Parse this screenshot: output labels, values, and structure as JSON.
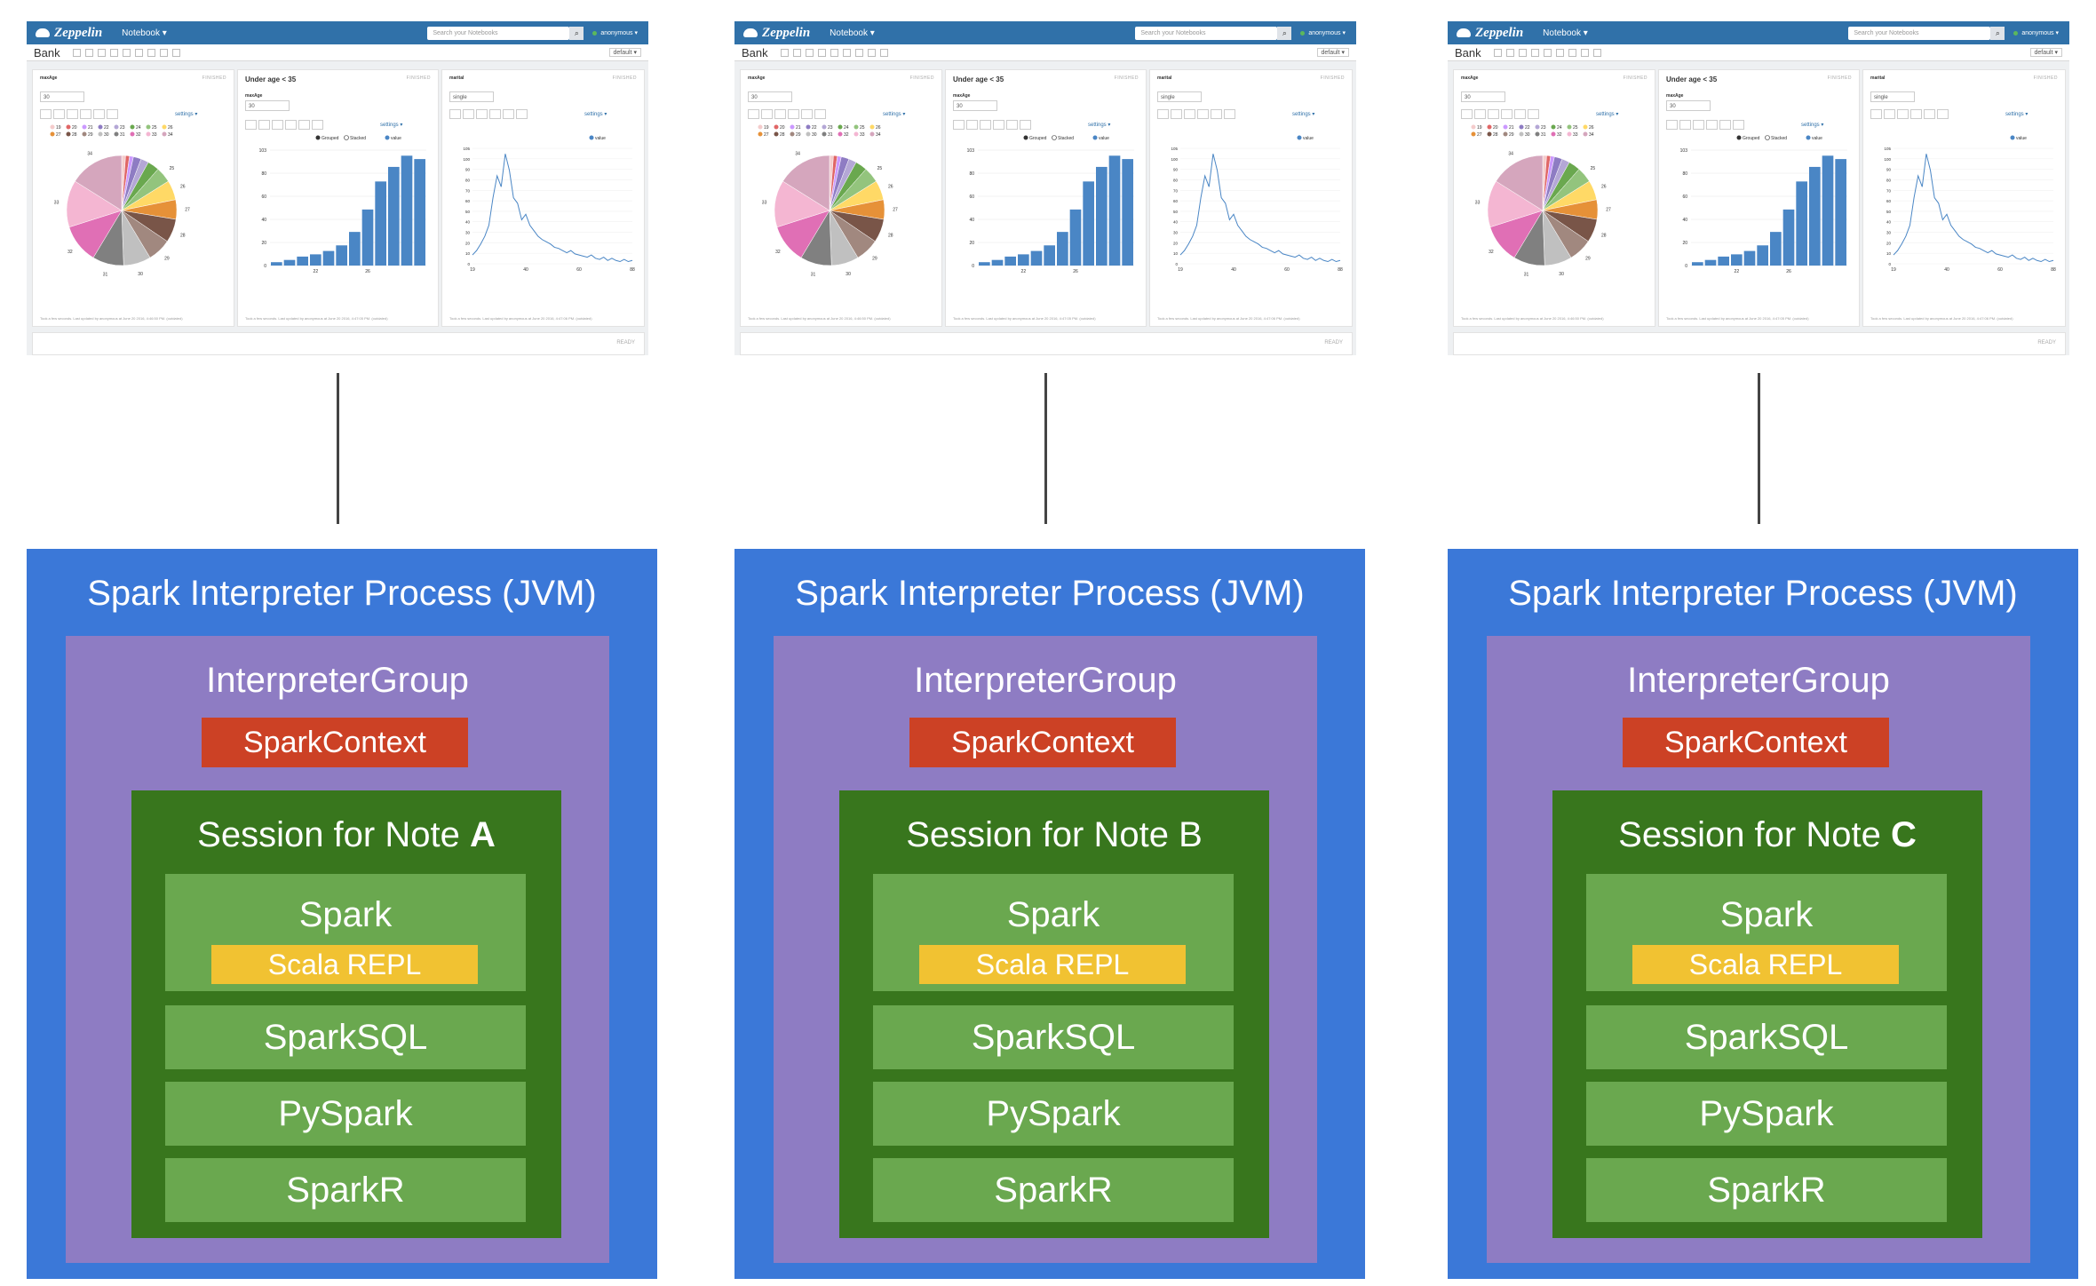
{
  "notebook": {
    "app_title": "Zeppelin",
    "menu": "Notebook ▾",
    "search_placeholder": "Search your Notebooks",
    "user": "anonymous ▾",
    "note_name": "Bank",
    "interpreter_binding": "default ▾",
    "ready_status": "READY",
    "paragraphs": [
      {
        "title": "maxAge",
        "status": "FINISHED",
        "input": "30",
        "settings": "settings ▾",
        "footer": "Took a few seconds. Last updated by anonymous at June 20 2016, 4:46:50 PM. (outdated)"
      },
      {
        "title": "Under age < 35",
        "status": "FINISHED",
        "label": "maxAge",
        "input": "30",
        "settings": "settings ▾",
        "footer": "Took a few seconds. Last updated by anonymous at June 20 2016, 4:47:05 PM. (outdated)"
      },
      {
        "title": "marital",
        "status": "FINISHED",
        "input": "single",
        "settings": "settings ▾",
        "footer": "Took a few seconds. Last updated by anonymous at June 20 2016, 4:47:06 PM. (outdated)"
      }
    ],
    "pie_legend": [
      "19",
      "20",
      "21",
      "22",
      "23",
      "24",
      "25",
      "26",
      "27",
      "28",
      "29",
      "30",
      "31",
      "32",
      "33",
      "34"
    ],
    "pie_values": [
      1,
      1,
      1,
      2,
      2,
      3,
      4,
      5,
      5,
      6,
      6,
      7,
      8,
      10,
      12,
      14
    ],
    "pie_labels": [
      "25",
      "26",
      "27",
      "28",
      "29",
      "30",
      "31",
      "32",
      "33",
      "34"
    ],
    "bar_legend": {
      "grouped": "Grouped",
      "stacked": "Stacked",
      "series": "value"
    },
    "bar_values": [
      3,
      5,
      8,
      10,
      13,
      18,
      30,
      50,
      75,
      88,
      98,
      95
    ],
    "bar_yticks": [
      "0",
      "20",
      "40",
      "60",
      "80",
      "103"
    ],
    "bar_xticks": [
      "22",
      "26"
    ],
    "line_series": "value",
    "line_values": [
      8,
      12,
      18,
      25,
      35,
      60,
      80,
      70,
      100,
      85,
      60,
      55,
      40,
      45,
      35,
      30,
      25,
      22,
      20,
      18,
      15,
      14,
      12,
      10,
      12,
      9,
      8,
      7,
      6,
      8,
      5,
      4,
      6,
      3,
      5,
      3,
      2,
      4,
      2,
      3
    ],
    "line_yticks": [
      "0",
      "10",
      "20",
      "30",
      "40",
      "50",
      "60",
      "70",
      "80",
      "90",
      "100",
      "105"
    ],
    "line_xticks": [
      "19",
      "40",
      "60",
      "88"
    ]
  },
  "columns": [
    {
      "process": "Spark Interpreter Process (JVM)",
      "group": "InterpreterGroup",
      "context": "SparkContext",
      "session_prefix": "Session for Note ",
      "note": "A",
      "note_bold": true,
      "spark": "Spark",
      "repl": "Scala REPL",
      "interpreters": [
        "SparkSQL",
        "PySpark",
        "SparkR"
      ]
    },
    {
      "process": "Spark Interpreter Process (JVM)",
      "group": "InterpreterGroup",
      "context": "SparkContext",
      "session_prefix": "Session for Note ",
      "note": "B",
      "note_bold": false,
      "spark": "Spark",
      "repl": "Scala REPL",
      "interpreters": [
        "SparkSQL",
        "PySpark",
        "SparkR"
      ]
    },
    {
      "process": "Spark Interpreter Process (JVM)",
      "group": "InterpreterGroup",
      "context": "SparkContext",
      "session_prefix": "Session for Note ",
      "note": "C",
      "note_bold": true,
      "spark": "Spark",
      "repl": "Scala REPL",
      "interpreters": [
        "SparkSQL",
        "PySpark",
        "SparkR"
      ]
    }
  ],
  "colors": {
    "jvm": "#3b78d8",
    "group": "#8e7cc3",
    "context": "#cc4125",
    "session": "#38761d",
    "interpreter": "#6aa84f",
    "repl": "#f1c232",
    "zeppelin_bar": "#3071a9",
    "pie": [
      "#f4cccc",
      "#e06666",
      "#cc99ff",
      "#8e7cc3",
      "#b4a7d6",
      "#6aa84f",
      "#93c47d",
      "#ffd966",
      "#e69138",
      "#795548",
      "#a1887f",
      "#c0c0c0",
      "#808080",
      "#e06fb5",
      "#f4b6d2",
      "#d5a6bd"
    ],
    "bar": "#4a86c5"
  }
}
